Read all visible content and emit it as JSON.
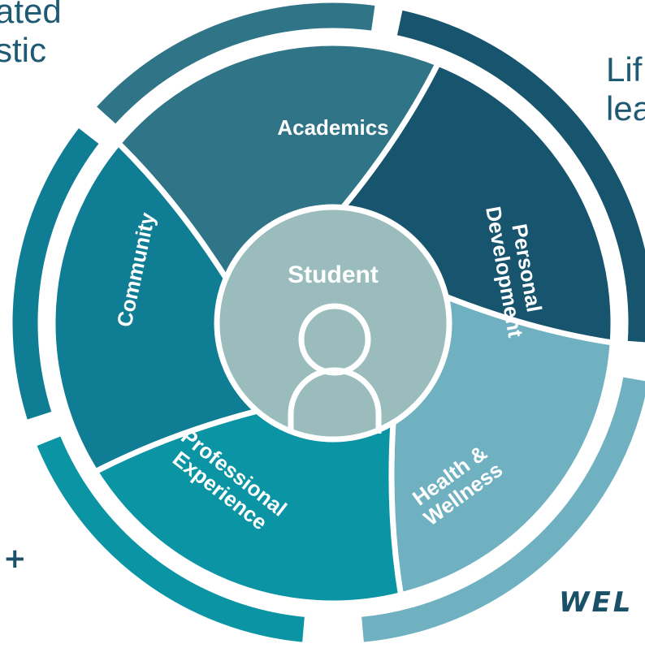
{
  "corner_text": {
    "top_left": "ated\nstic",
    "top_right": "Lif\nlea"
  },
  "center": {
    "label": "Student",
    "icon": "person-icon"
  },
  "segments": [
    {
      "key": "academics",
      "label": "Academics",
      "color": "#2f7587"
    },
    {
      "key": "personal-development",
      "label": "Personal\nDevelopment",
      "color": "#17546e"
    },
    {
      "key": "health-wellness",
      "label": "Health &\nWellness",
      "color": "#6fb1c1"
    },
    {
      "key": "professional-experience",
      "label": "Professional\nExperience",
      "color": "#0b94a3"
    },
    {
      "key": "community",
      "label": "Community",
      "color": "#0f7d93"
    }
  ],
  "center_color": "#9abcbc",
  "brand_text": "WEL",
  "mark_text": "+"
}
